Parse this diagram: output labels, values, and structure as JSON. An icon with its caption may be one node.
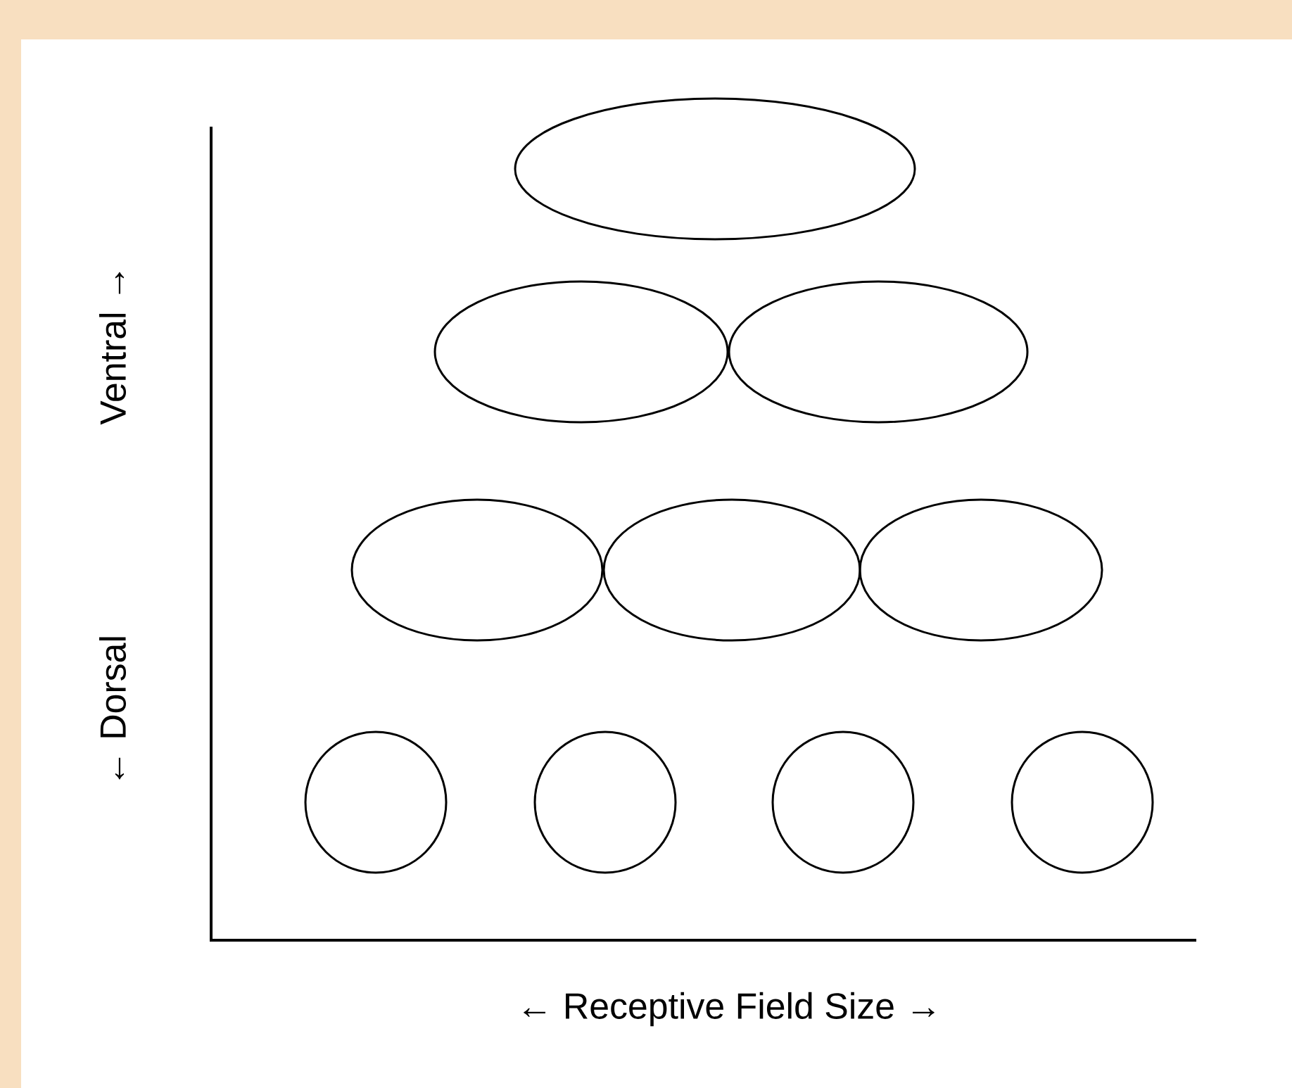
{
  "diagram": {
    "nodes": [
      {
        "text": [],
        "shape": "ellipse"
      },
      {
        "text": [],
        "shape": "ellipse"
      },
      {
        "text": [],
        "shape": "ellipse"
      },
      {
        "text": [],
        "shape": "ellipse"
      },
      {
        "text": [],
        "shape": "ellipse"
      },
      {
        "text": [],
        "shape": "ellipse"
      },
      {
        "text": [],
        "shape": "circle"
      },
      {
        "text": [],
        "shape": "circle"
      },
      {
        "text": [],
        "shape": "circle"
      },
      {
        "text": [],
        "shape": "circle"
      }
    ],
    "labels": [
      "Ventral →",
      "← Dorsal",
      "← Receptive Field Size →"
    ]
  }
}
